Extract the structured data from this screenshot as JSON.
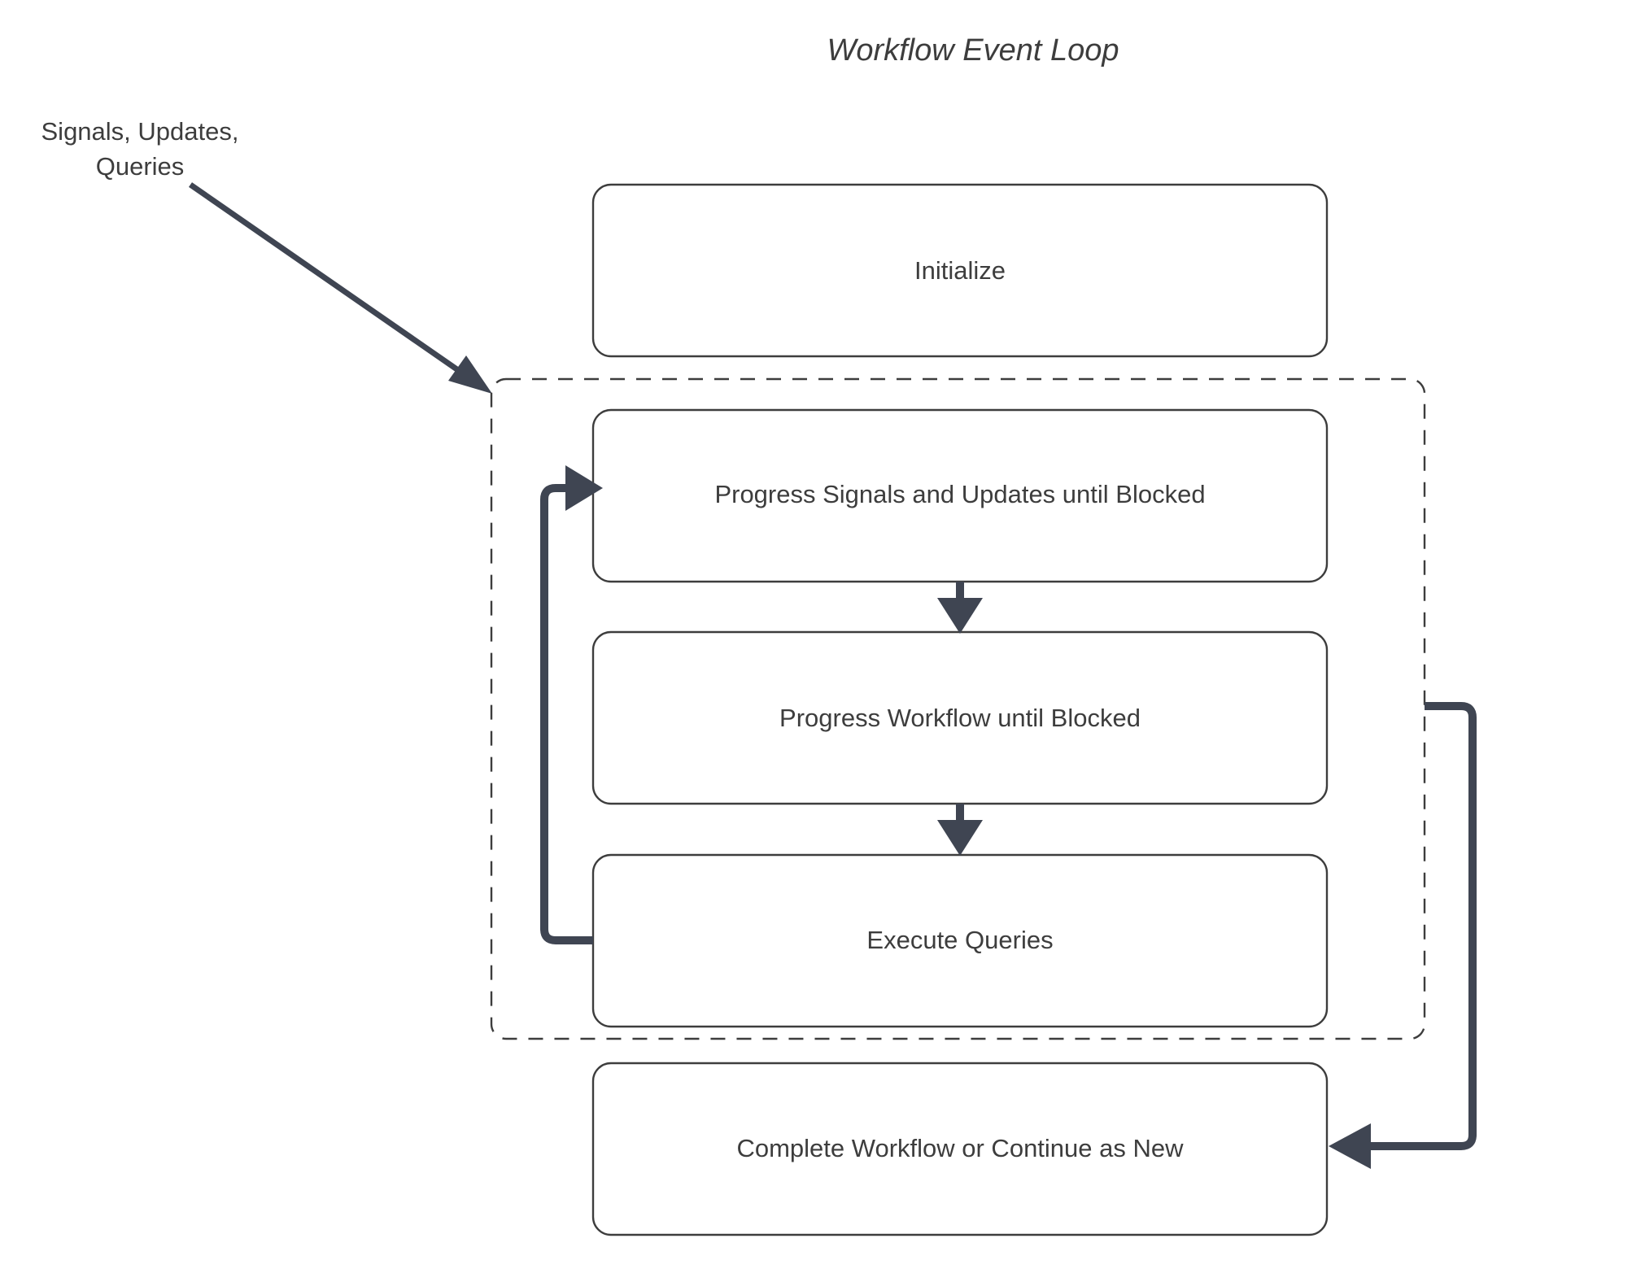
{
  "diagram": {
    "title": "Workflow Event Loop",
    "type": "flowchart",
    "background_color": "#ffffff",
    "node_border_color": "#3d3d3d",
    "connector_color": "#3f4552",
    "text_color": "#3d3d3d"
  },
  "edge_labels": {
    "inbound_line1": "Signals, Updates,",
    "inbound_line2": "Queries"
  },
  "nodes": {
    "initialize": {
      "label": "Initialize"
    },
    "progress_signals": {
      "label": "Progress Signals and Updates until Blocked"
    },
    "progress_workflow": {
      "label": "Progress Workflow until Blocked"
    },
    "execute_queries": {
      "label": "Execute Queries"
    },
    "complete_workflow": {
      "label": "Complete Workflow or Continue as New"
    }
  },
  "group": {
    "name": "event-loop-group",
    "style": "dashed"
  }
}
